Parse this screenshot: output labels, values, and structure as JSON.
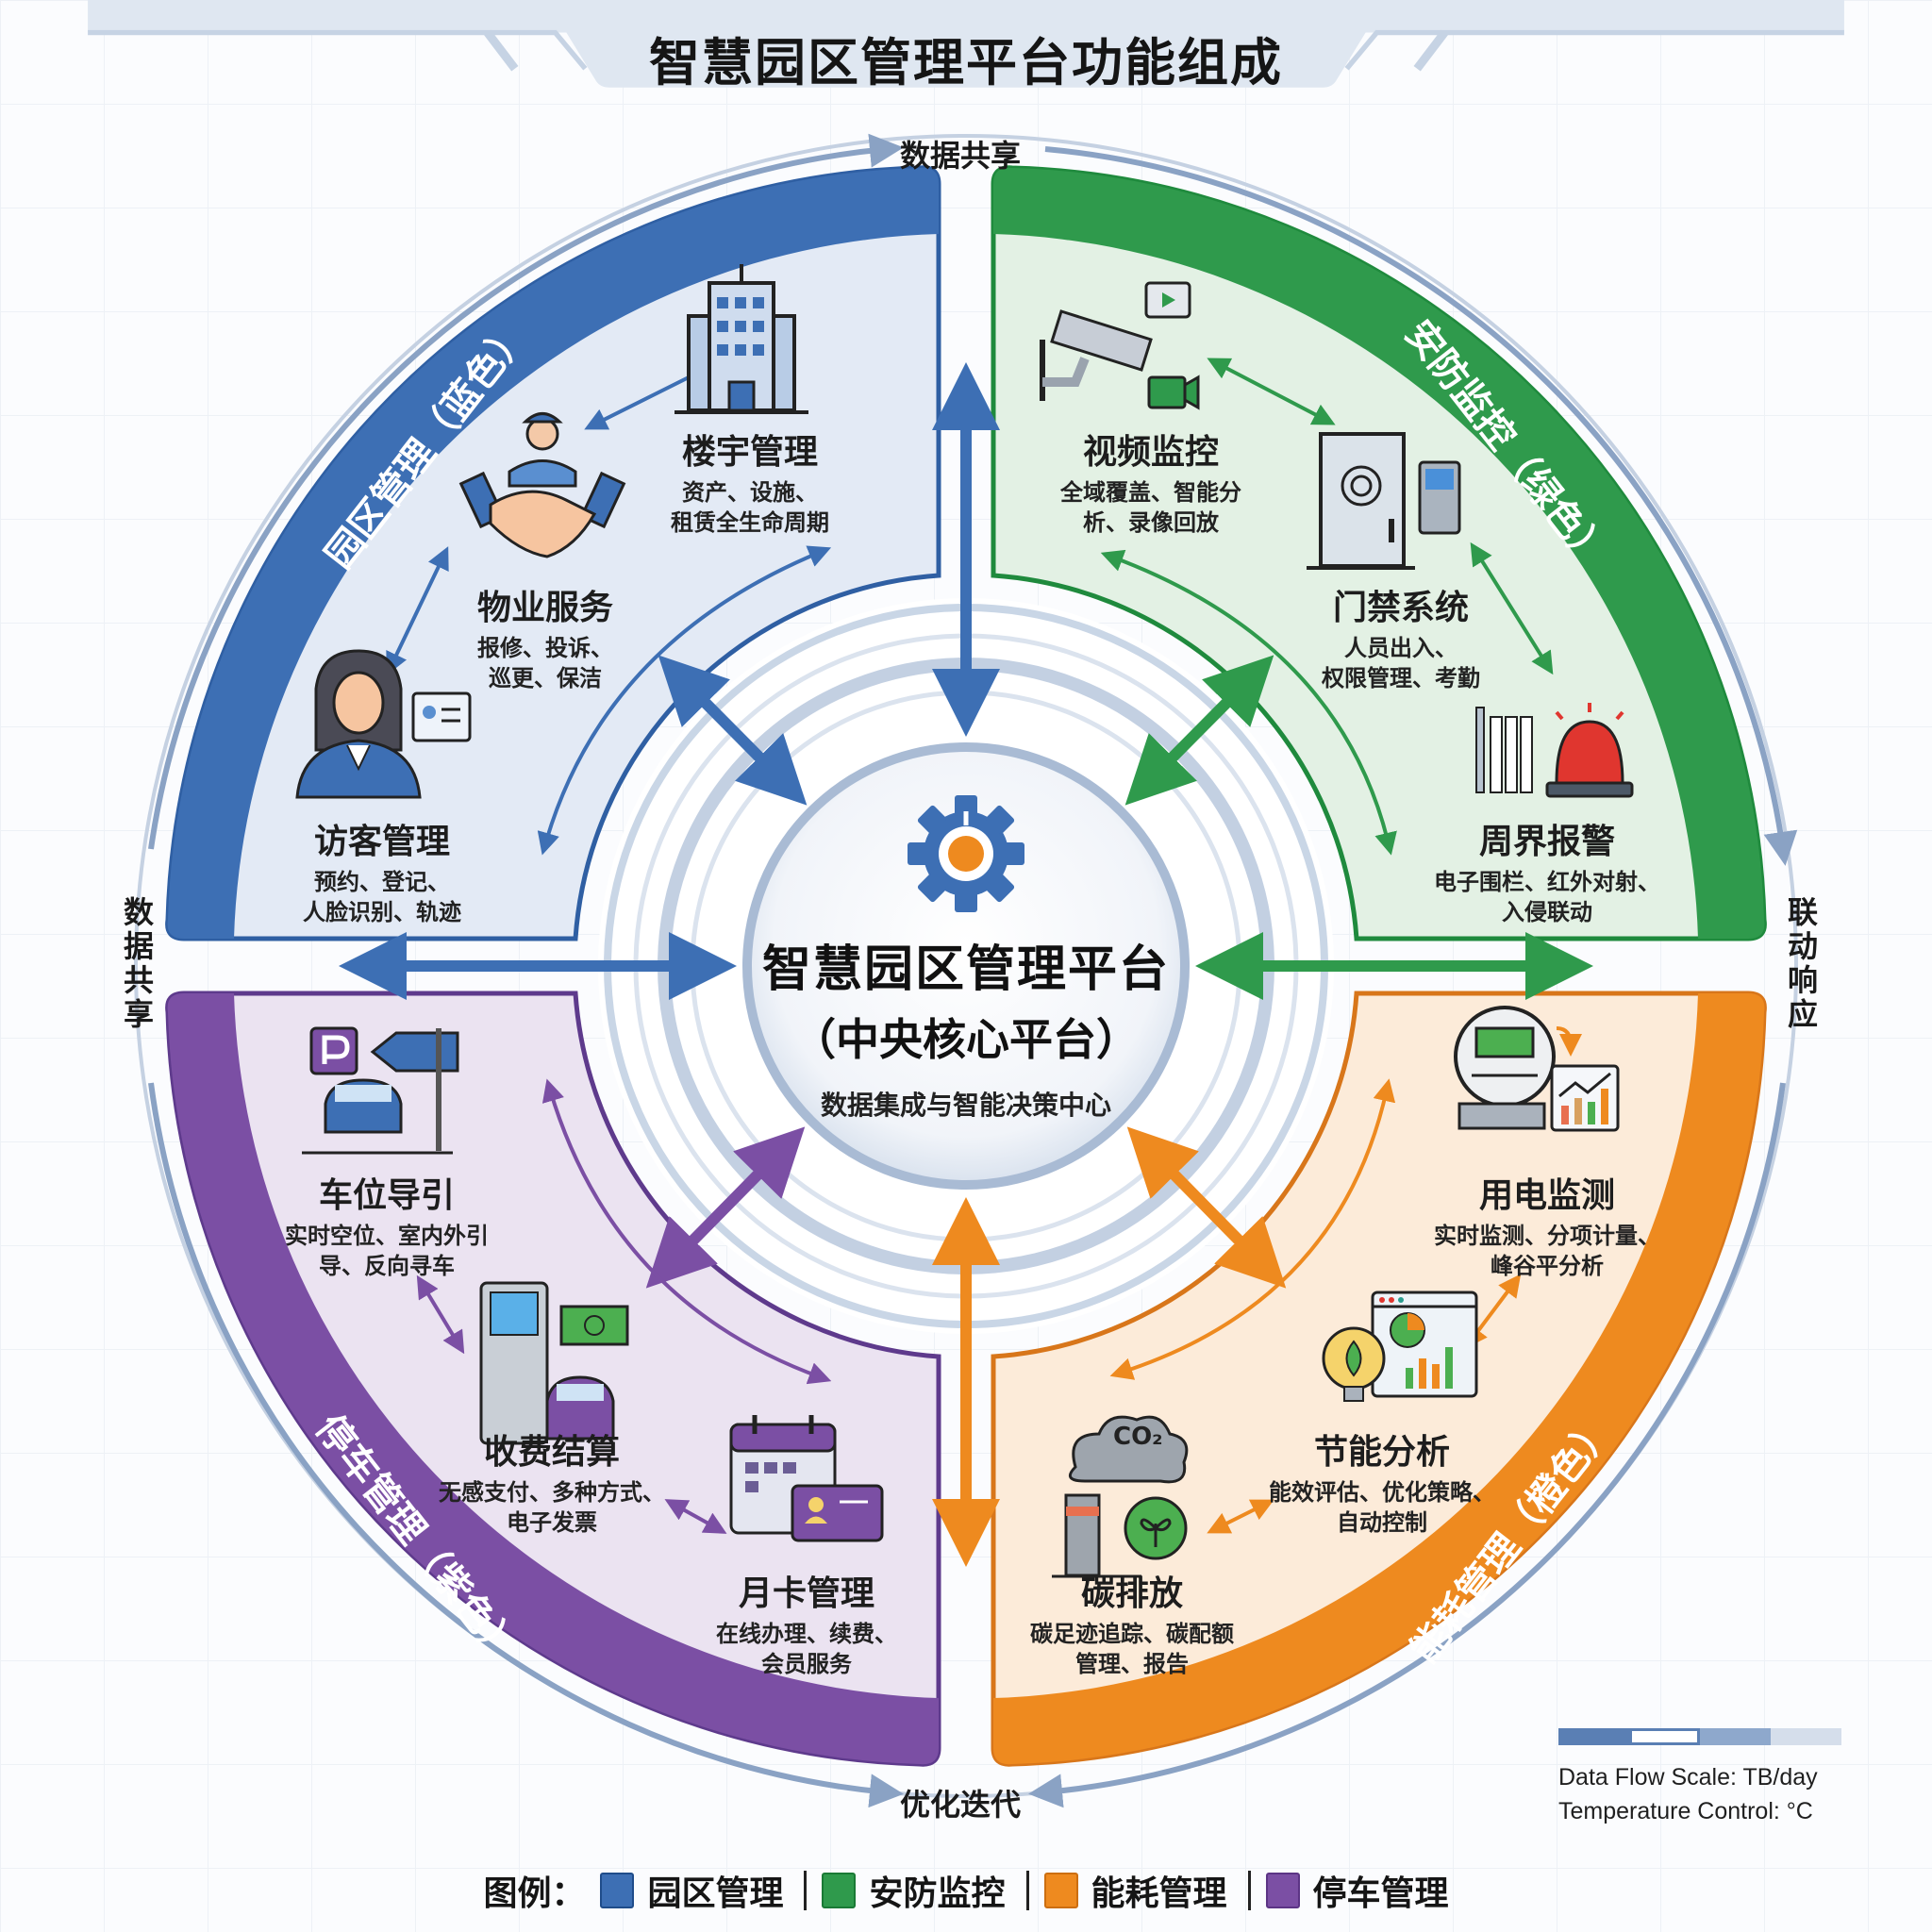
{
  "title": "智慧园区管理平台功能组成",
  "colors": {
    "blue": "#3d6fb4",
    "green": "#2f9a4c",
    "orange": "#ee8a1f",
    "purple": "#7b4fa4",
    "blue_fill": "#e3eaf5",
    "green_fill": "#e3f1e4",
    "orange_fill": "#fcebd9",
    "purple_fill": "#ebe3f1",
    "ring": "#9fb3cf"
  },
  "outer_ring_labels": {
    "top": "数据共享",
    "left": "数据共享",
    "right": "联动响应",
    "bottom": "优化迭代"
  },
  "center": {
    "icon": "gear-icon",
    "title": "智慧园区管理平台",
    "subtitle": "（中央核心平台）",
    "description": "数据集成与智能决策中心"
  },
  "quadrants": [
    {
      "id": "park",
      "band_label": "园区管理（蓝色）",
      "color": "blue",
      "features": [
        {
          "icon": "building-icon",
          "title": "楼宇管理",
          "desc": [
            "资产、设施、",
            "租赁全生命周期"
          ]
        },
        {
          "icon": "handshake-icon",
          "title": "物业服务",
          "desc": [
            "报修、投诉、",
            "巡更、保洁"
          ]
        },
        {
          "icon": "visitor-icon",
          "title": "访客管理",
          "desc": [
            "预约、登记、",
            "人脸识别、轨迹"
          ]
        }
      ]
    },
    {
      "id": "security",
      "band_label": "安防监控（绿色）",
      "color": "green",
      "features": [
        {
          "icon": "cctv-camera-icon",
          "title": "视频监控",
          "desc": [
            "全域覆盖、智能分",
            "析、录像回放"
          ]
        },
        {
          "icon": "door-access-icon",
          "title": "门禁系统",
          "desc": [
            "人员出入、",
            "权限管理、考勤"
          ]
        },
        {
          "icon": "fence-alarm-icon",
          "title": "周界报警",
          "desc": [
            "电子围栏、红外对射、",
            "入侵联动"
          ]
        }
      ]
    },
    {
      "id": "parking",
      "band_label": "停车管理（紫色）",
      "color": "purple",
      "features": [
        {
          "icon": "parking-guide-icon",
          "title": "车位导引",
          "desc": [
            "实时空位、室内外引",
            "导、反向寻车"
          ]
        },
        {
          "icon": "payment-kiosk-icon",
          "title": "收费结算",
          "desc": [
            "无感支付、多种方式、",
            "电子发票"
          ]
        },
        {
          "icon": "monthly-card-icon",
          "title": "月卡管理",
          "desc": [
            "在线办理、续费、",
            "会员服务"
          ]
        }
      ]
    },
    {
      "id": "energy",
      "band_label": "能耗管理（橙色）",
      "color": "orange",
      "features": [
        {
          "icon": "power-meter-icon",
          "title": "用电监测",
          "desc": [
            "实时监测、分项计量、",
            "峰谷平分析"
          ]
        },
        {
          "icon": "energy-analysis-icon",
          "title": "节能分析",
          "desc": [
            "能效评估、优化策略、",
            "自动控制"
          ]
        },
        {
          "icon": "carbon-emission-icon",
          "title": "碳排放",
          "desc": [
            "碳足迹追踪、碳配额",
            "管理、报告"
          ]
        }
      ]
    }
  ],
  "scale_legend": {
    "line1": "Data Flow Scale: TB/day",
    "line2": "Temperature Control: °C"
  },
  "legend": {
    "prefix": "图例：",
    "items": [
      {
        "label": "园区管理",
        "color": "#3d6fb4"
      },
      {
        "label": "安防监控",
        "color": "#2f9a4c"
      },
      {
        "label": "能耗管理",
        "color": "#ee8a1f"
      },
      {
        "label": "停车管理",
        "color": "#7b4fa4"
      }
    ]
  }
}
